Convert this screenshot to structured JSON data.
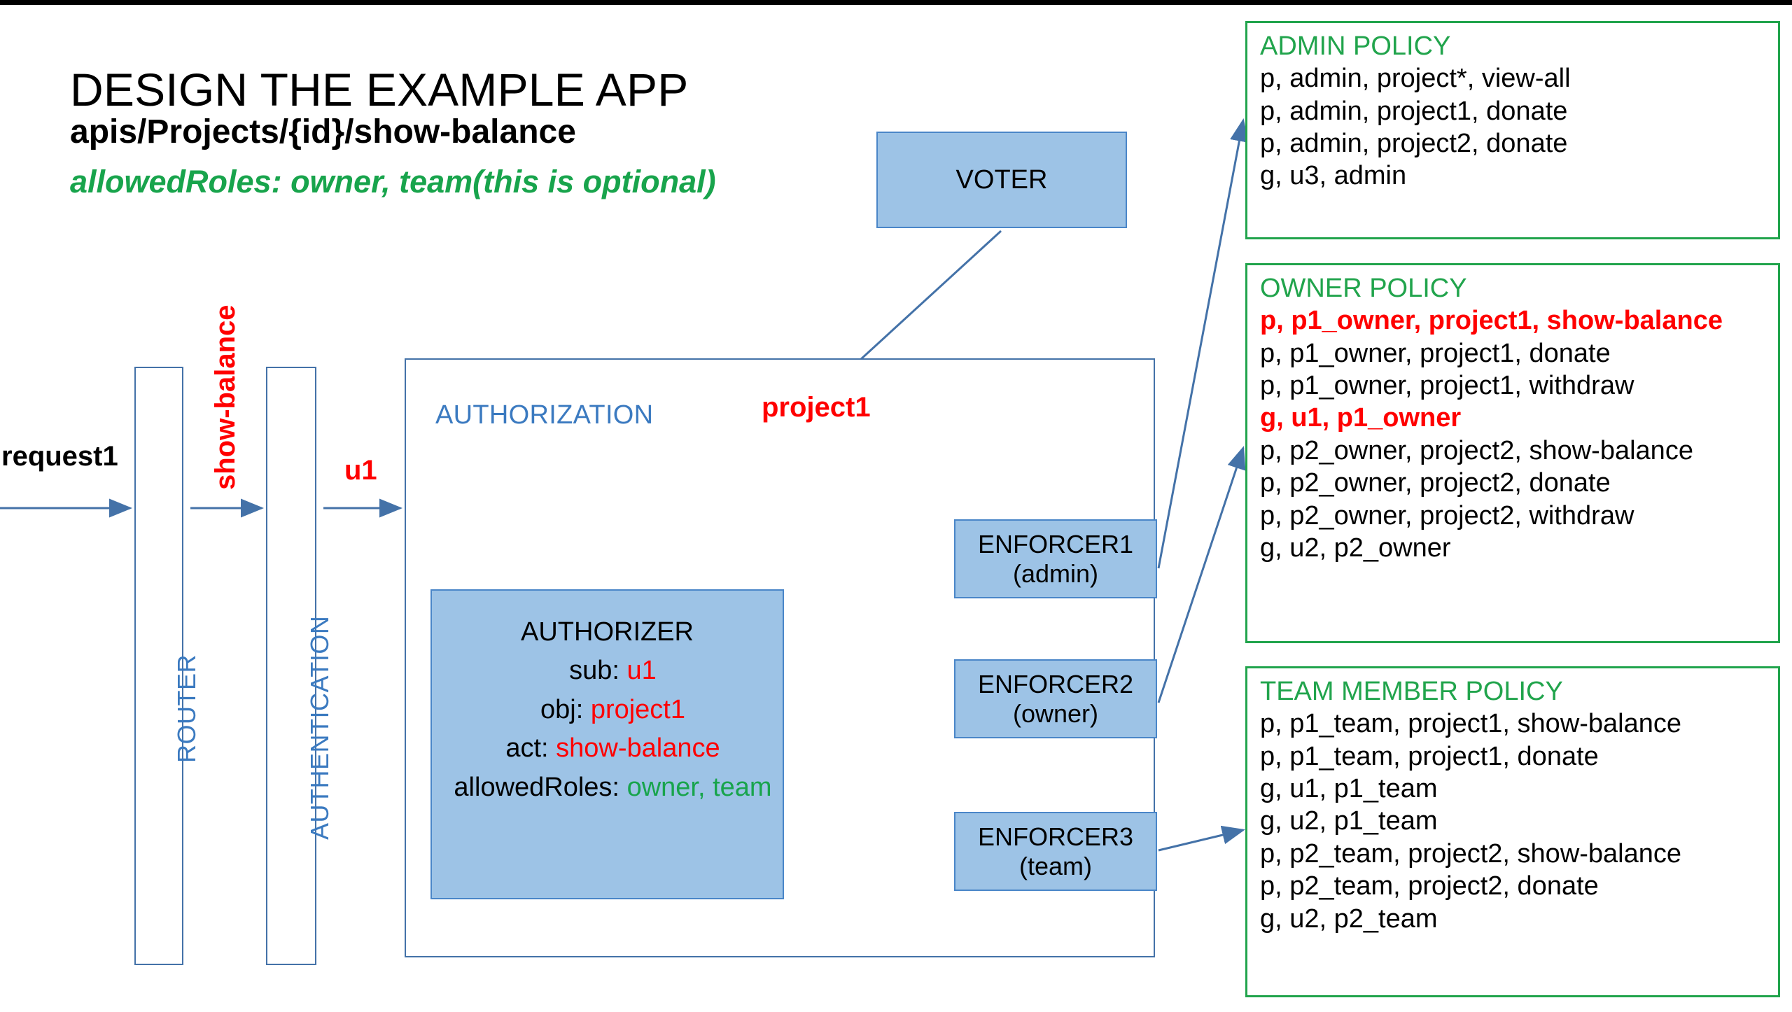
{
  "title": {
    "main": "DESIGN THE EXAMPLE APP",
    "sub": "apis/Projects/{id}/show-balance",
    "roles": "allowedRoles: owner, team(this is optional)"
  },
  "colors": {
    "box_fill": "#9DC3E6",
    "box_border": "#4A86C8",
    "policy_green": "#21A44C",
    "highlight_red": "#FF0000",
    "label_blue": "#3B7AC0",
    "arrow_blue": "#4472A8",
    "arrow_green": "#70AD47"
  },
  "pipeline": {
    "router_label": "ROUTER",
    "authentication_label": "AUTHENTICATION",
    "flow_labels": {
      "request": "request1",
      "show_balance": "show-balance",
      "user": "u1",
      "project": "project1"
    }
  },
  "voter": {
    "label": "VOTER"
  },
  "authorization": {
    "label": "AUTHORIZATION",
    "authorizer": {
      "title": "AUTHORIZER",
      "sub_key": "sub: ",
      "sub_value": "u1",
      "obj_key": "obj: ",
      "obj_value": "project1",
      "act_key": "act: ",
      "act_value": "show-balance",
      "roles_key": "allowedRoles: ",
      "roles_value": "owner, team"
    },
    "enforcers": [
      {
        "name": "ENFORCER1",
        "role": "(admin)"
      },
      {
        "name": "ENFORCER2",
        "role": "(owner)"
      },
      {
        "name": "ENFORCER3",
        "role": "(team)"
      }
    ]
  },
  "policies": {
    "admin": {
      "title": "ADMIN POLICY",
      "lines": [
        {
          "text": "p, admin, project*, view-all",
          "highlight": false
        },
        {
          "text": "p, admin, project1, donate",
          "highlight": false
        },
        {
          "text": "p, admin, project2, donate",
          "highlight": false
        },
        {
          "text": "g, u3, admin",
          "highlight": false
        }
      ]
    },
    "owner": {
      "title": "OWNER POLICY",
      "lines": [
        {
          "text": "p, p1_owner, project1, show-balance",
          "highlight": true
        },
        {
          "text": "p, p1_owner, project1, donate",
          "highlight": false
        },
        {
          "text": "p, p1_owner, project1, withdraw",
          "highlight": false
        },
        {
          "text": "g, u1, p1_owner",
          "highlight": true
        },
        {
          "text": "p, p2_owner, project2, show-balance",
          "highlight": false
        },
        {
          "text": "p, p2_owner, project2, donate",
          "highlight": false
        },
        {
          "text": "p, p2_owner, project2, withdraw",
          "highlight": false
        },
        {
          "text": "g, u2, p2_owner",
          "highlight": false
        }
      ]
    },
    "team": {
      "title": "TEAM MEMBER POLICY",
      "lines": [
        {
          "text": "p, p1_team, project1, show-balance",
          "highlight": false
        },
        {
          "text": "p, p1_team, project1, donate",
          "highlight": false
        },
        {
          "text": "g, u1, p1_team",
          "highlight": false
        },
        {
          "text": "g, u2, p1_team",
          "highlight": false
        },
        {
          "text": "p, p2_team, project2, show-balance",
          "highlight": false
        },
        {
          "text": "p, p2_team, project2, donate",
          "highlight": false
        },
        {
          "text": "g, u2, p2_team",
          "highlight": false
        }
      ]
    }
  }
}
